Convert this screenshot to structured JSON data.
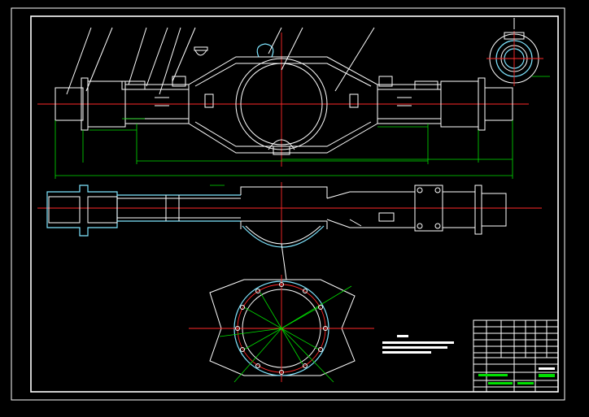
{
  "colors": {
    "background": "#000000",
    "outline": "#ffffff",
    "dimension": "#00e000",
    "centerline": "#ff2a2a",
    "section": "#7fe5ff"
  },
  "views": [
    "front-view",
    "section-view",
    "detail-view",
    "side-view"
  ],
  "title_block": {
    "rows": 10,
    "columns": 6
  }
}
